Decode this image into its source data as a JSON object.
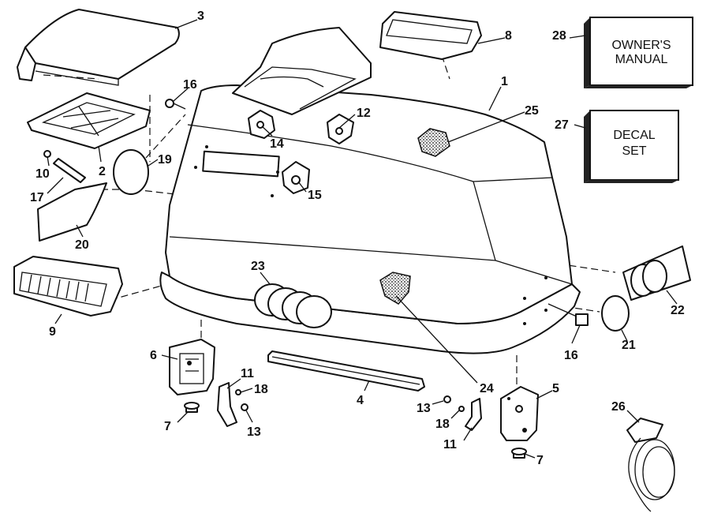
{
  "callouts": [
    {
      "id": "c3",
      "text": "3"
    },
    {
      "id": "c8",
      "text": "8"
    },
    {
      "id": "c28",
      "text": "28"
    },
    {
      "id": "c1",
      "text": "1"
    },
    {
      "id": "c16a",
      "text": "16"
    },
    {
      "id": "c25",
      "text": "25"
    },
    {
      "id": "c27",
      "text": "27"
    },
    {
      "id": "c12",
      "text": "12"
    },
    {
      "id": "c14",
      "text": "14"
    },
    {
      "id": "c10",
      "text": "10"
    },
    {
      "id": "c2",
      "text": "2"
    },
    {
      "id": "c19",
      "text": "19"
    },
    {
      "id": "c17",
      "text": "17"
    },
    {
      "id": "c15",
      "text": "15"
    },
    {
      "id": "c20",
      "text": "20"
    },
    {
      "id": "c23",
      "text": "23"
    },
    {
      "id": "c22",
      "text": "22"
    },
    {
      "id": "c9",
      "text": "9"
    },
    {
      "id": "c16b",
      "text": "16"
    },
    {
      "id": "c21",
      "text": "21"
    },
    {
      "id": "c6",
      "text": "6"
    },
    {
      "id": "c11a",
      "text": "11"
    },
    {
      "id": "c24",
      "text": "24"
    },
    {
      "id": "c5",
      "text": "5"
    },
    {
      "id": "c18a",
      "text": "18"
    },
    {
      "id": "c4",
      "text": "4"
    },
    {
      "id": "c7a",
      "text": "7"
    },
    {
      "id": "c13a",
      "text": "13"
    },
    {
      "id": "c13b",
      "text": "13"
    },
    {
      "id": "c26",
      "text": "26"
    },
    {
      "id": "c18b",
      "text": "18"
    },
    {
      "id": "c11b",
      "text": "11"
    },
    {
      "id": "c7b",
      "text": "7"
    }
  ],
  "boxes": {
    "owners_manual": {
      "line1": "OWNER'S",
      "line2": "MANUAL"
    },
    "decal_set": {
      "line1": "DECAL",
      "line2": "SET"
    }
  }
}
